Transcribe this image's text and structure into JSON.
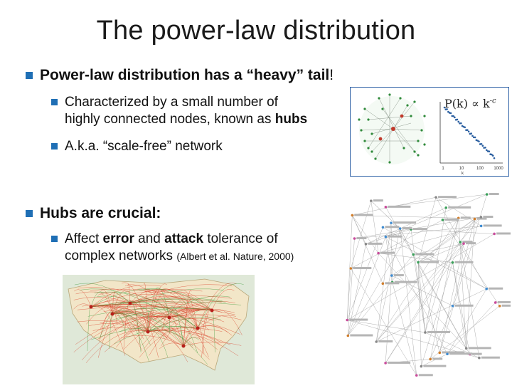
{
  "slide": {
    "title": "The power-law distribution",
    "bullets": [
      {
        "text_before": "Power-law distribution has a “heavy” tail",
        "text_after": "!"
      },
      {
        "line1": "Characterized by a small number of",
        "line2_plain": "highly connected nodes, known as ",
        "line2_bold": "hubs"
      },
      {
        "text": "A.k.a. “scale-free” network"
      },
      {
        "text": "Hubs are crucial:"
      },
      {
        "line1_a": "Affect ",
        "line1_b": "error",
        "line1_c": " and ",
        "line1_d": "attack",
        "line1_e": " tolerance of",
        "line2": "complex networks ",
        "line2_citation": "(Albert et al. Nature, 2000)"
      }
    ],
    "plot_formula": {
      "lhs": "P(k) ∝ k",
      "exponent": "-c"
    },
    "plot_axis": {
      "x_ticks": [
        "1",
        "10",
        "100",
        "1000"
      ],
      "x_label": "k"
    },
    "colors": {
      "bullet": "#1f6fb5",
      "plot_border": "#2c5fa5",
      "scatter": "#2b5fa0",
      "map_red": "#d8402a",
      "map_green": "#3a9a3a"
    }
  }
}
